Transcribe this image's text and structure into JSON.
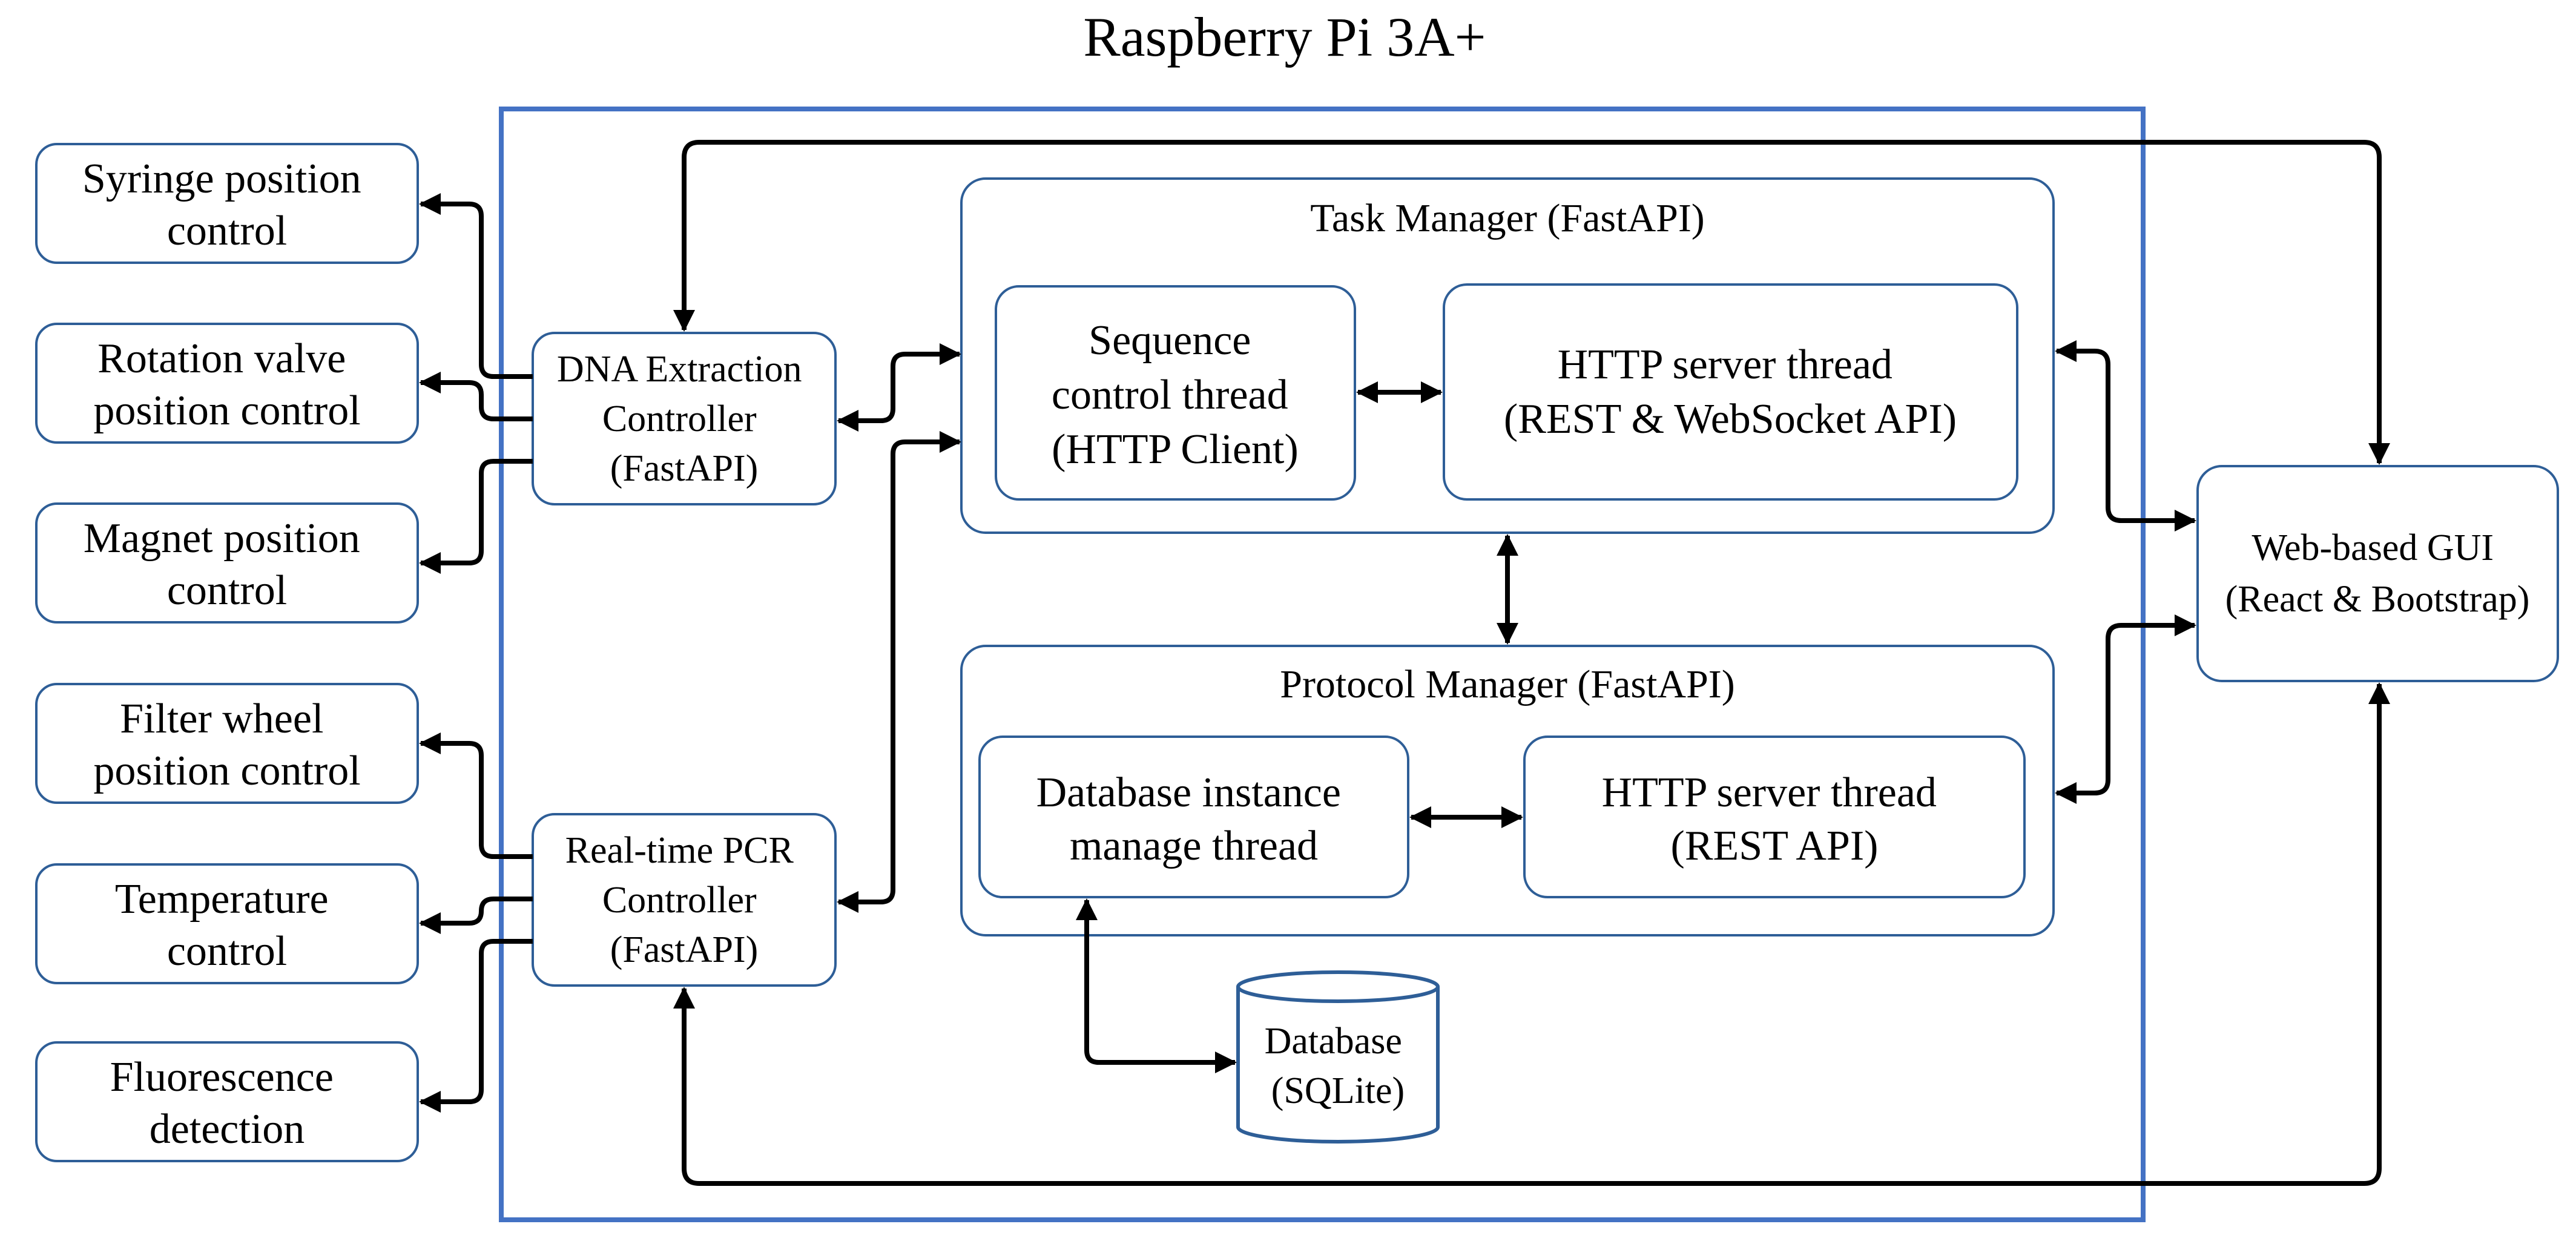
{
  "title": "Raspberry Pi 3A+",
  "peripherals": {
    "syringe": [
      "Syringe position",
      "control"
    ],
    "rotation": [
      "Rotation valve",
      "position control"
    ],
    "magnet": [
      "Magnet position",
      "control"
    ],
    "filter": [
      "Filter wheel",
      "position control"
    ],
    "temperature": [
      "Temperature",
      "control"
    ],
    "fluorescence": [
      "Fluorescence",
      "detection"
    ]
  },
  "controllers": {
    "dna": [
      "DNA Extraction",
      "Controller",
      "(FastAPI)"
    ],
    "pcr": [
      "Real-time PCR",
      "Controller",
      "(FastAPI)"
    ]
  },
  "task_manager": {
    "title": "Task Manager (FastAPI)",
    "sequence_thread": [
      "Sequence",
      "control thread",
      "(HTTP Client)"
    ],
    "http_thread": [
      "HTTP server thread",
      "(REST & WebSocket API)"
    ]
  },
  "protocol_manager": {
    "title": "Protocol Manager (FastAPI)",
    "db_thread": [
      "Database instance",
      "manage thread"
    ],
    "http_thread": [
      "HTTP server thread",
      "(REST API)"
    ]
  },
  "database": [
    "Database",
    "(SQLite)"
  ],
  "gui": [
    "Web-based GUI",
    "(React & Bootstrap)"
  ]
}
